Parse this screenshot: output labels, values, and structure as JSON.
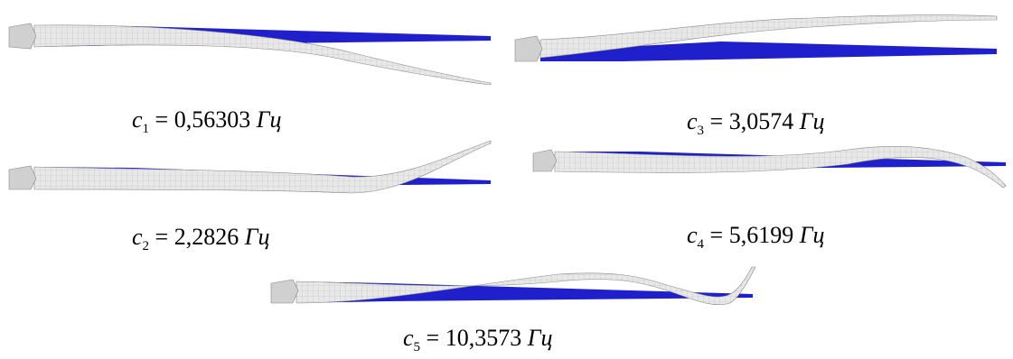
{
  "modes": [
    {
      "symbol": "c",
      "index": "1",
      "equals": "=",
      "value": "0,56303",
      "unit": "Гц"
    },
    {
      "symbol": "c",
      "index": "2",
      "equals": "=",
      "value": "2,2826",
      "unit": "Гц"
    },
    {
      "symbol": "c",
      "index": "3",
      "equals": "=",
      "value": "3,0574",
      "unit": "Гц"
    },
    {
      "symbol": "c",
      "index": "4",
      "equals": "=",
      "value": "5,6199",
      "unit": "Гц"
    },
    {
      "symbol": "c",
      "index": "5",
      "equals": "=",
      "value": "10,3573",
      "unit": "Гц"
    }
  ],
  "colors": {
    "undeformed_blade": "#1f1fcc",
    "deformed_blade": "#e8e8e8",
    "mesh_lines": "#a9a9a9",
    "hub": "#d0d0d0"
  }
}
